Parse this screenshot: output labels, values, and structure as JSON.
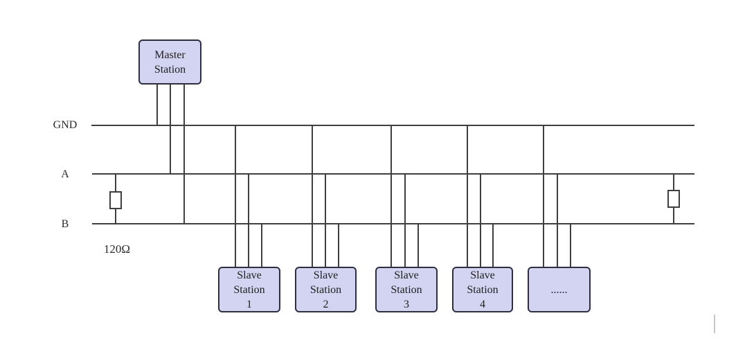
{
  "bus": {
    "labels": {
      "gnd": "GND",
      "a": "A",
      "b": "B"
    }
  },
  "terminators": {
    "resistance_label": "120Ω",
    "count": 2
  },
  "master": {
    "label": "Master\nStation"
  },
  "slaves": [
    {
      "label": "Slave\nStation\n1"
    },
    {
      "label": "Slave\nStation\n2"
    },
    {
      "label": "Slave\nStation\n3"
    },
    {
      "label": "Slave\nStation\n4"
    },
    {
      "label": "......"
    }
  ],
  "colors": {
    "line": "#3f3f3f",
    "box_fill": "#d2d4f2",
    "box_border": "#2e2e3e",
    "text": "#2b2b2b",
    "background": "#ffffff",
    "artifact_bar": "#c9c9c9"
  }
}
